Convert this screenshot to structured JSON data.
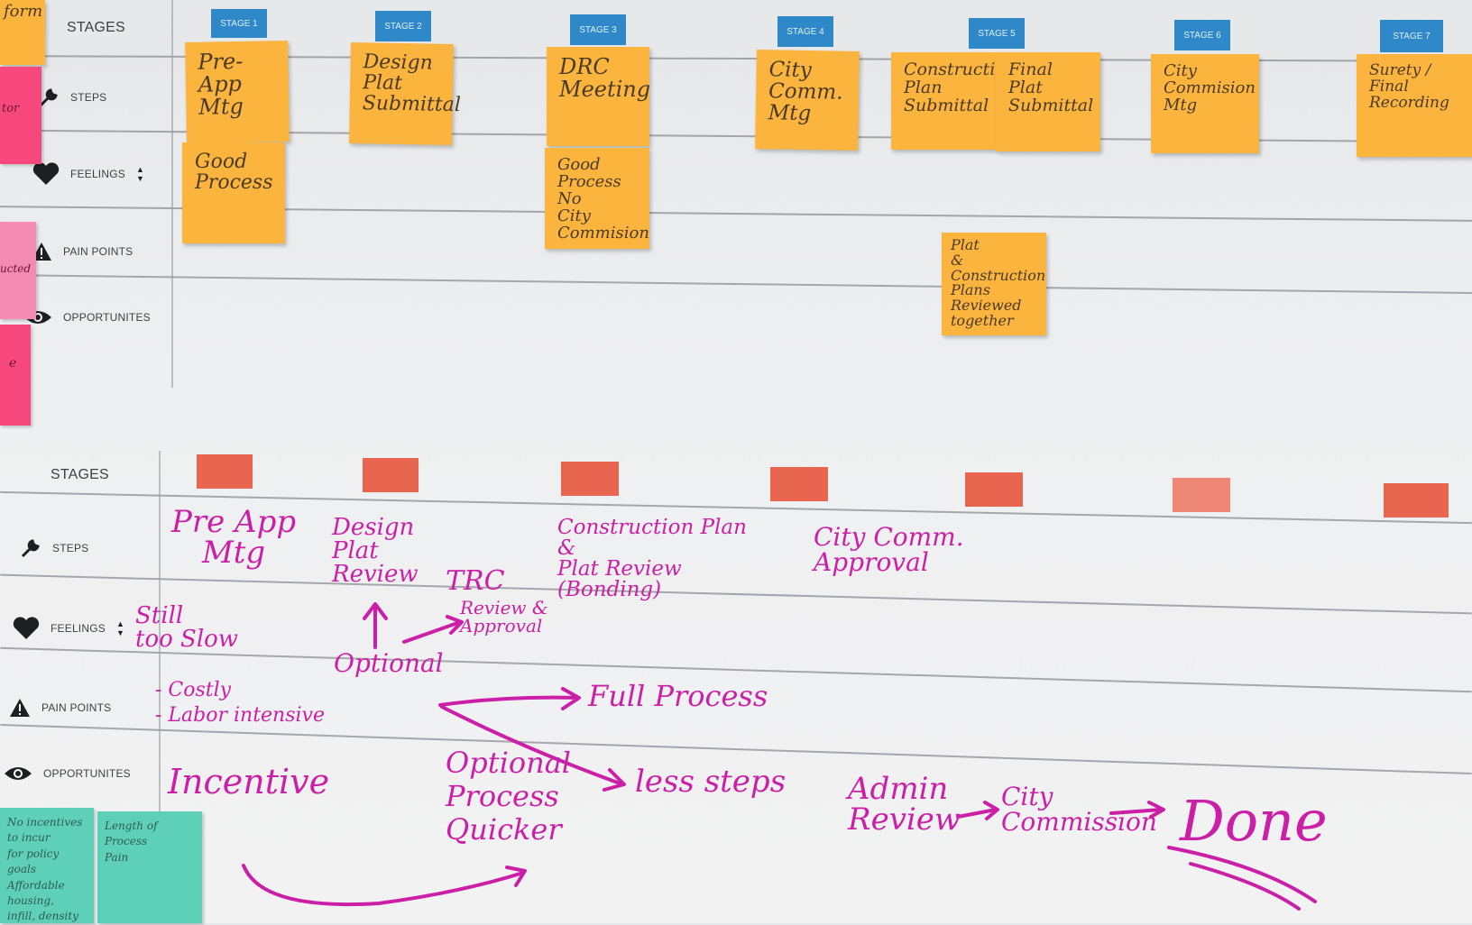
{
  "colors": {
    "sticky": "#fbb53e",
    "stage_tag": "#2f88c8",
    "ink": "#cc1fa8",
    "red_marker": "#e8654f",
    "pink_note": "#f7487e",
    "teal_note": "#5fd0b8"
  },
  "top": {
    "rows": {
      "stages": "STAGES",
      "steps": "STEPS",
      "feelings": "FEELINGS",
      "pain": "PAIN POINTS",
      "opps": "OPPORTUNITES"
    },
    "stage_tags": [
      "STAGE 1",
      "STAGE 2",
      "STAGE 3",
      "STAGE 4",
      "STAGE 5",
      "STAGE 6",
      "STAGE 7"
    ],
    "steps": [
      "Pre-App\nMtg",
      "Design\nPlat\nSubmittal",
      "DRC\nMeeting",
      "City\nComm.\nMtg",
      "Construction\nPlan\nSubmittal",
      "Final Plat\nSubmittal",
      "City\nCommision\nMtg",
      "Surety /\nFinal Recording"
    ],
    "feelings": [
      "Good\nProcess",
      "Good\nProcess\nNo\nCity Commision"
    ],
    "pain": "Plat\n&\nConstruction\nPlans\nReviewed\ntogether",
    "left_fragments": [
      "form",
      "tor",
      "ucted",
      "e"
    ]
  },
  "bottom": {
    "rows": {
      "stages": "STAGES",
      "steps": "STEPS",
      "feelings": "FEELINGS",
      "pain": "PAIN POINTS",
      "opps": "OPPORTUNITES"
    },
    "steps": [
      "Pre App\nMtg",
      "Design\nPlat\nReview",
      "TRC",
      "Construction Plan\n&\nPlat Review\n(Bonding)",
      "City Comm.\nApproval"
    ],
    "review_approval": "Review &\nApproval",
    "optional": "Optional",
    "feelings": "Still\ntoo Slow",
    "pain": "- Costly\n- Labor intensive",
    "full_process": "Full Process",
    "opps": {
      "incentive": "Incentive",
      "optional_process": "Optional\nProcess\nQuicker",
      "less_steps": "less steps",
      "admin_review": "Admin\nReview",
      "city_commission": "City\nCommission",
      "done": "Done"
    },
    "teal_notes": [
      "No incentives\nto incur\nfor policy goals\nAffordable housing,\ninfill, density",
      "Length of\nProcess\nPain"
    ]
  }
}
